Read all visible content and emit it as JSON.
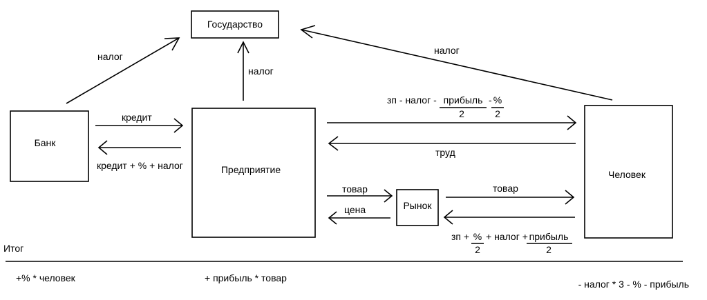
{
  "nodes": {
    "state": "Государство",
    "bank": "Банк",
    "enterprise": "Предприятие",
    "person": "Человек",
    "market": "Рынок"
  },
  "edges": {
    "bank_to_state": "налог",
    "enterprise_to_state": "налог",
    "person_to_state": "налог",
    "bank_to_enterprise": "кредит",
    "enterprise_to_bank": "кредит + % + налог",
    "person_to_enterprise": "труд",
    "enterprise_to_market": "товар",
    "market_to_enterprise": "цена",
    "market_to_person": "товар"
  },
  "formula_top": {
    "lead": "зп - налог -",
    "frac1_num": "прибыль",
    "frac1_den": "2",
    "minus": "-",
    "frac2_num": "%",
    "frac2_den": "2"
  },
  "formula_bottom": {
    "lead": "зп +",
    "frac1_num": "%",
    "frac1_den": "2",
    "mid": "+ налог +",
    "frac2_num": "прибыль",
    "frac2_den": "2"
  },
  "summary": {
    "title": "Итог",
    "bank": "+% * человек",
    "enterprise": "+ прибыль * товар",
    "person": "- налог * 3 - % - прибыль"
  }
}
